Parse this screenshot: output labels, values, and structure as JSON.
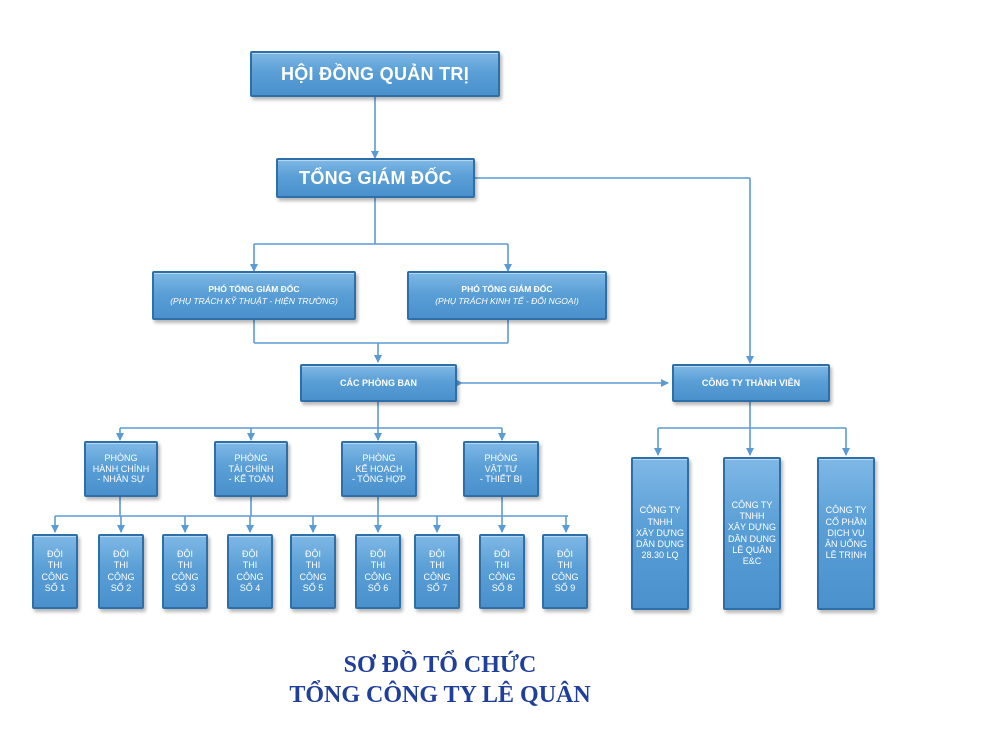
{
  "board": "HỘI ĐỒNG QUẢN TRỊ",
  "ceo": "TỔNG GIÁM ĐỐC",
  "vp1": {
    "title": "PHÓ TỔNG GIÁM ĐỐC",
    "subtitle": "(PHỤ TRÁCH KỸ THUẬT - HIỆN TRƯỜNG)"
  },
  "vp2": {
    "title": "PHÓ TỔNG GIÁM ĐỐC",
    "subtitle": "(PHỤ TRÁCH KINH TẾ - ĐỐI NGOẠI)"
  },
  "departments_hub": "CÁC PHÒNG BAN",
  "members_hub": "CÔNG TY THÀNH VIÊN",
  "departments": [
    [
      "PHÒNG",
      "HÀNH CHÍNH",
      "- NHÂN SỰ"
    ],
    [
      "PHÒNG",
      "TÀI CHÍNH",
      "- KẾ TOÁN"
    ],
    [
      "PHÒNG",
      "KẾ HOẠCH",
      "- TỔNG HỢP"
    ],
    [
      "PHÒNG",
      "VẬT TƯ",
      "- THIẾT BỊ"
    ]
  ],
  "teams": [
    [
      "ĐỘI",
      "THI",
      "CÔNG",
      "SỐ 1"
    ],
    [
      "ĐỘI",
      "THI",
      "CÔNG",
      "SỐ 2"
    ],
    [
      "ĐỘI",
      "THI",
      "CÔNG",
      "SỐ 3"
    ],
    [
      "ĐỘI",
      "THI",
      "CÔNG",
      "SỐ 4"
    ],
    [
      "ĐỘI",
      "THI",
      "CÔNG",
      "SỐ 5"
    ],
    [
      "ĐỘI",
      "THI",
      "CÔNG",
      "SỐ 6"
    ],
    [
      "ĐỘI",
      "THI",
      "CÔNG",
      "SỐ 7"
    ],
    [
      "ĐỘI",
      "THI",
      "CÔNG",
      "SỐ 8"
    ],
    [
      "ĐỘI",
      "THI",
      "CÔNG",
      "SỐ 9"
    ]
  ],
  "companies": [
    [
      "CÔNG TY",
      "TNHH",
      "XÂY DỰNG",
      "DÂN DỤNG",
      "28.30 LQ"
    ],
    [
      "CÔNG TY",
      "TNHH",
      "XÂY DỰNG",
      "DÂN DỤNG",
      "LÊ QUÂN",
      "E&C"
    ],
    [
      "CÔNG TY",
      "CỔ PHẦN",
      "DỊCH VỤ",
      "ĂN UỐNG",
      "LÊ TRỊNH"
    ]
  ],
  "footer": {
    "line1": "SƠ ĐỒ TỔ CHỨC",
    "line2": "TỔNG CÔNG TY LÊ QUÂN"
  },
  "colors": {
    "box_fill": "#5a9fd6",
    "box_border": "#2f6fa8",
    "connector": "#5b9bd5",
    "title": "#1f3f9a"
  }
}
